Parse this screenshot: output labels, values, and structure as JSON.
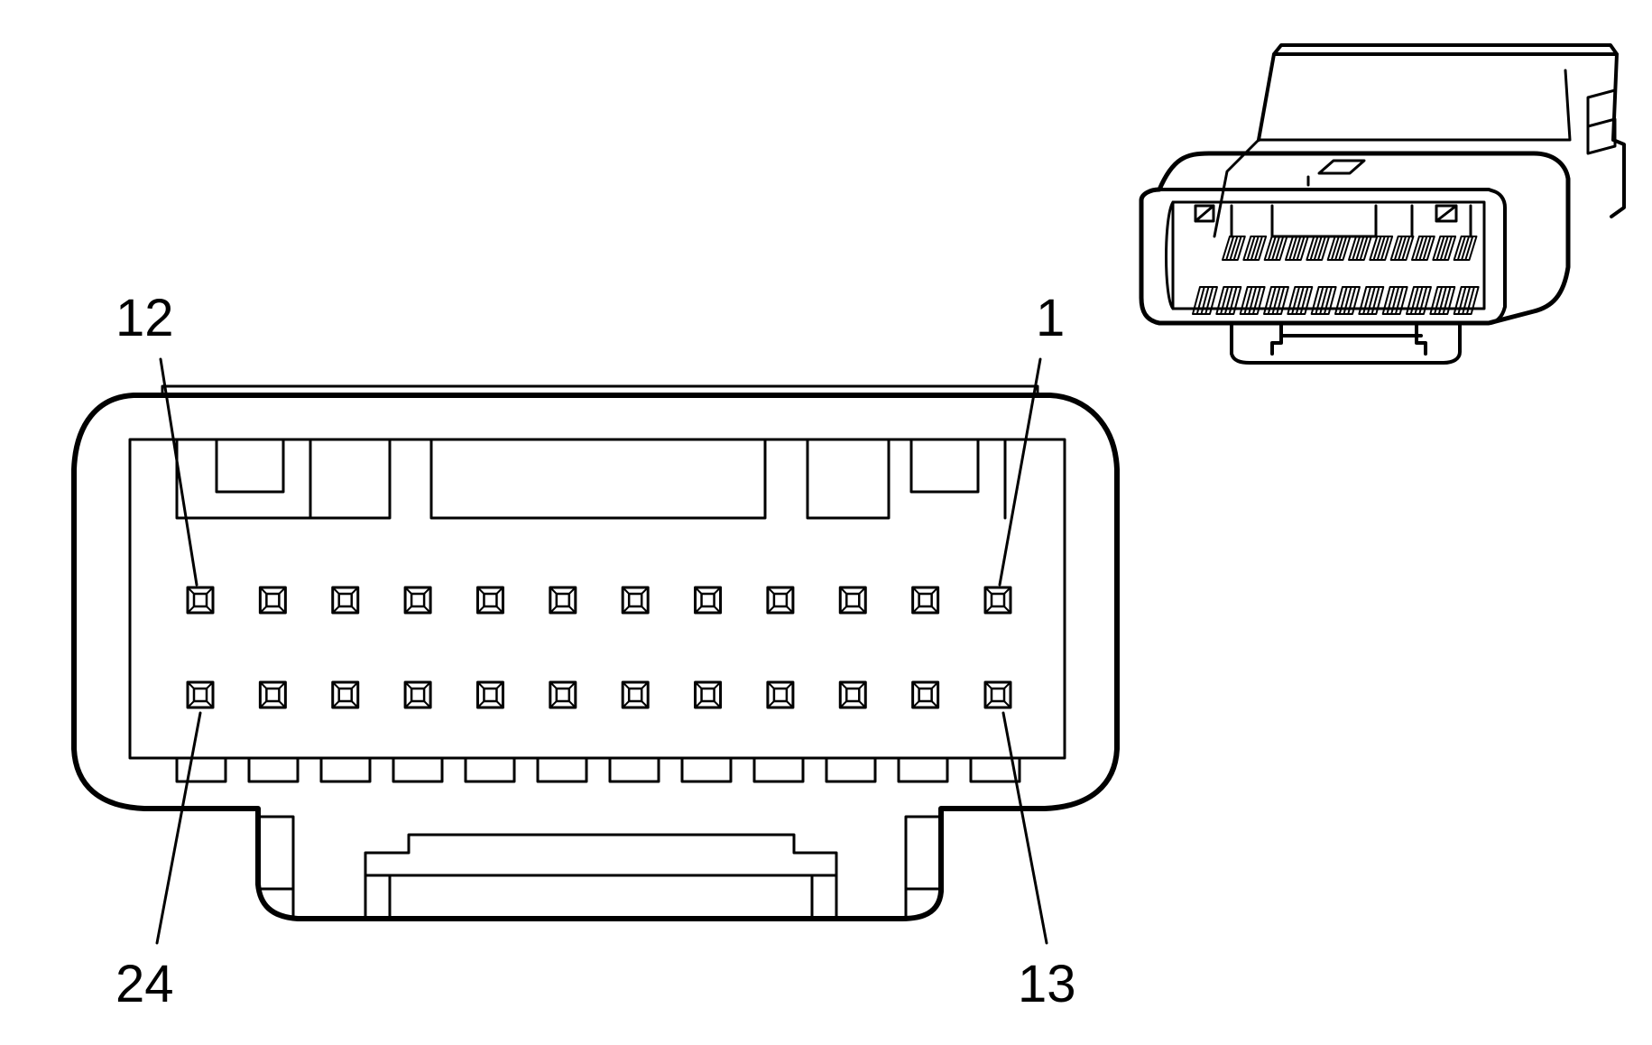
{
  "pin_labels": {
    "top_left": "12",
    "top_right": "1",
    "bottom_left": "24",
    "bottom_right": "13"
  },
  "connector": {
    "pin_rows": 2,
    "pins_per_row": 12,
    "pin_count": 24
  },
  "colors": {
    "line": "#000000",
    "background": "#ffffff"
  }
}
